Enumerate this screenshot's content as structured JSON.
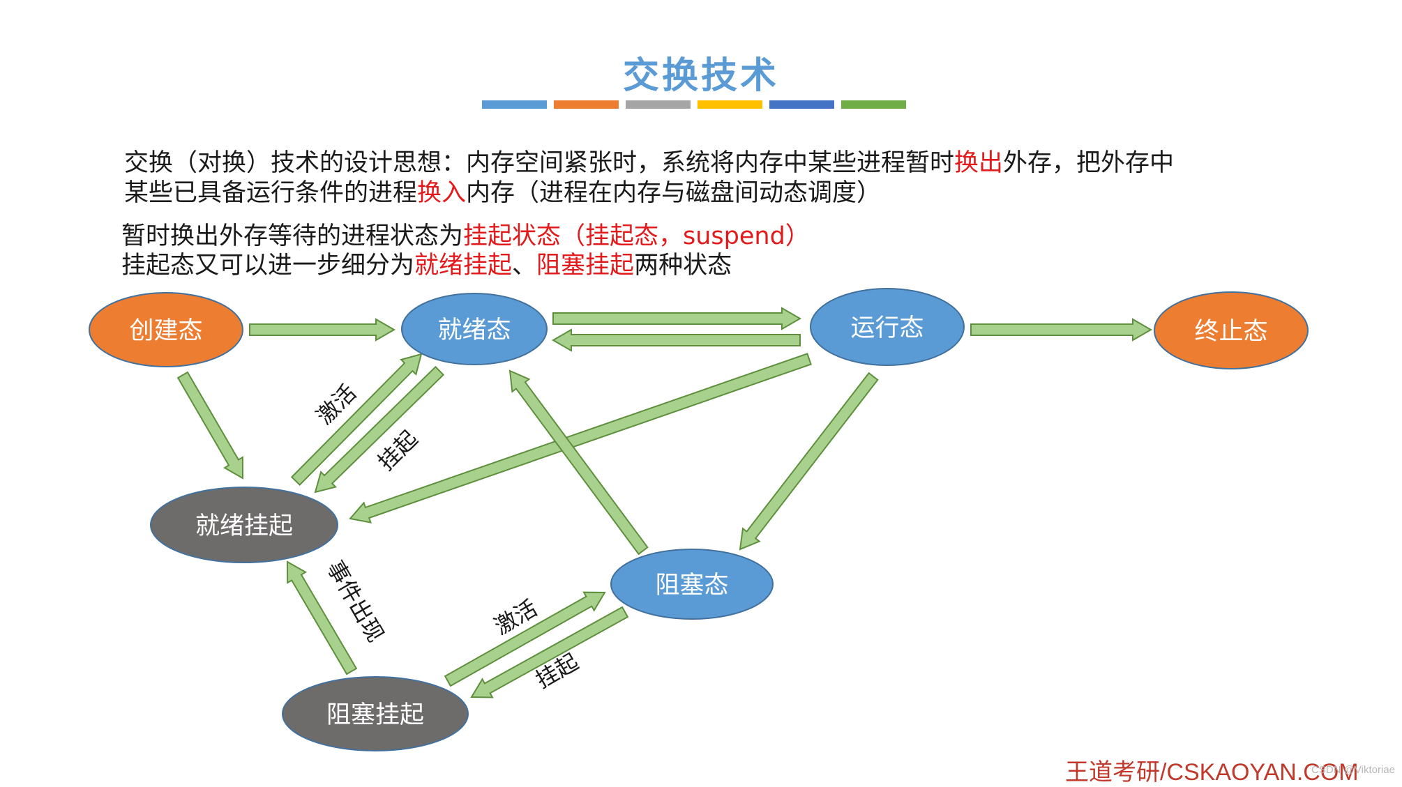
{
  "slide": {
    "title": "交换技术",
    "title_color": "#5b9bd5",
    "bar_colors": [
      "#5b9bd5",
      "#ed7d31",
      "#a5a5a5",
      "#ffc000",
      "#4472c4",
      "#70ad47"
    ],
    "para1_line1_a": "交换（对换）技术的设计思想：内存空间紧张时，系统将内存中某些进程暂时",
    "para1_line1_red": "换出",
    "para1_line1_b": "外存，把外存中",
    "para1_line2_a": "某些已具备运行条件的进程",
    "para1_line2_red": "换入",
    "para1_line2_b": "内存（进程在内存与磁盘间动态调度）",
    "para2_line1_a": "暂时换出外存等待的进程状态为",
    "para2_line1_red": "挂起状态（挂起态，suspend）",
    "para2_line2_a": "挂起态又可以进一步细分为",
    "para2_line2_red1": "就绪挂起",
    "para2_line2_sep": "、",
    "para2_line2_red2": "阻塞挂起",
    "para2_line2_b": "两种状态",
    "highlight_color": "#e31a1c"
  },
  "diagram": {
    "states": {
      "create": "创建态",
      "ready": "就绪态",
      "running": "运行态",
      "terminated": "终止态",
      "ready_suspend": "就绪挂起",
      "blocked": "阻塞态",
      "blocked_suspend": "阻塞挂起"
    },
    "labels": {
      "activate_upper": "激活",
      "suspend_upper": "挂起",
      "event_occurs": "事件出现",
      "activate_lower": "激活",
      "suspend_lower": "挂起"
    },
    "colors": {
      "orange_state": "#ed7d31",
      "blue_state": "#5b9bd5",
      "gray_state": "#6e6b6b",
      "state_border": "#41719c",
      "arrow_fill": "#a9d18e",
      "arrow_stroke": "#5e8f3c"
    }
  },
  "footer": {
    "brand": "王道考研/CSKAOYAN.COM",
    "watermark": "CSDN @Viktoriae"
  }
}
